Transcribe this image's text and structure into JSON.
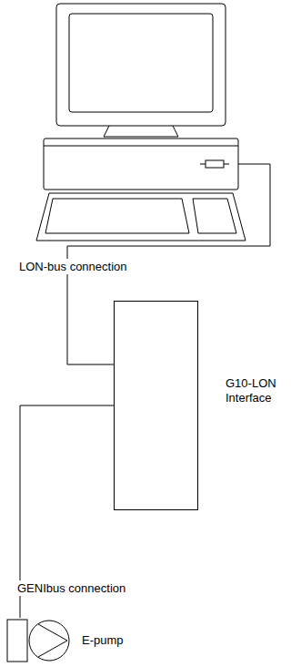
{
  "diagram": {
    "nodes": [
      {
        "text": [
          "G10-LON Interface"
        ]
      },
      {
        "text": [
          "E-pump"
        ]
      }
    ],
    "edges": [
      {
        "from": 0,
        "to": 1,
        "label": "GENIbus connection",
        "arrow": "none"
      }
    ],
    "labels": [
      "LON-bus connection"
    ]
  }
}
